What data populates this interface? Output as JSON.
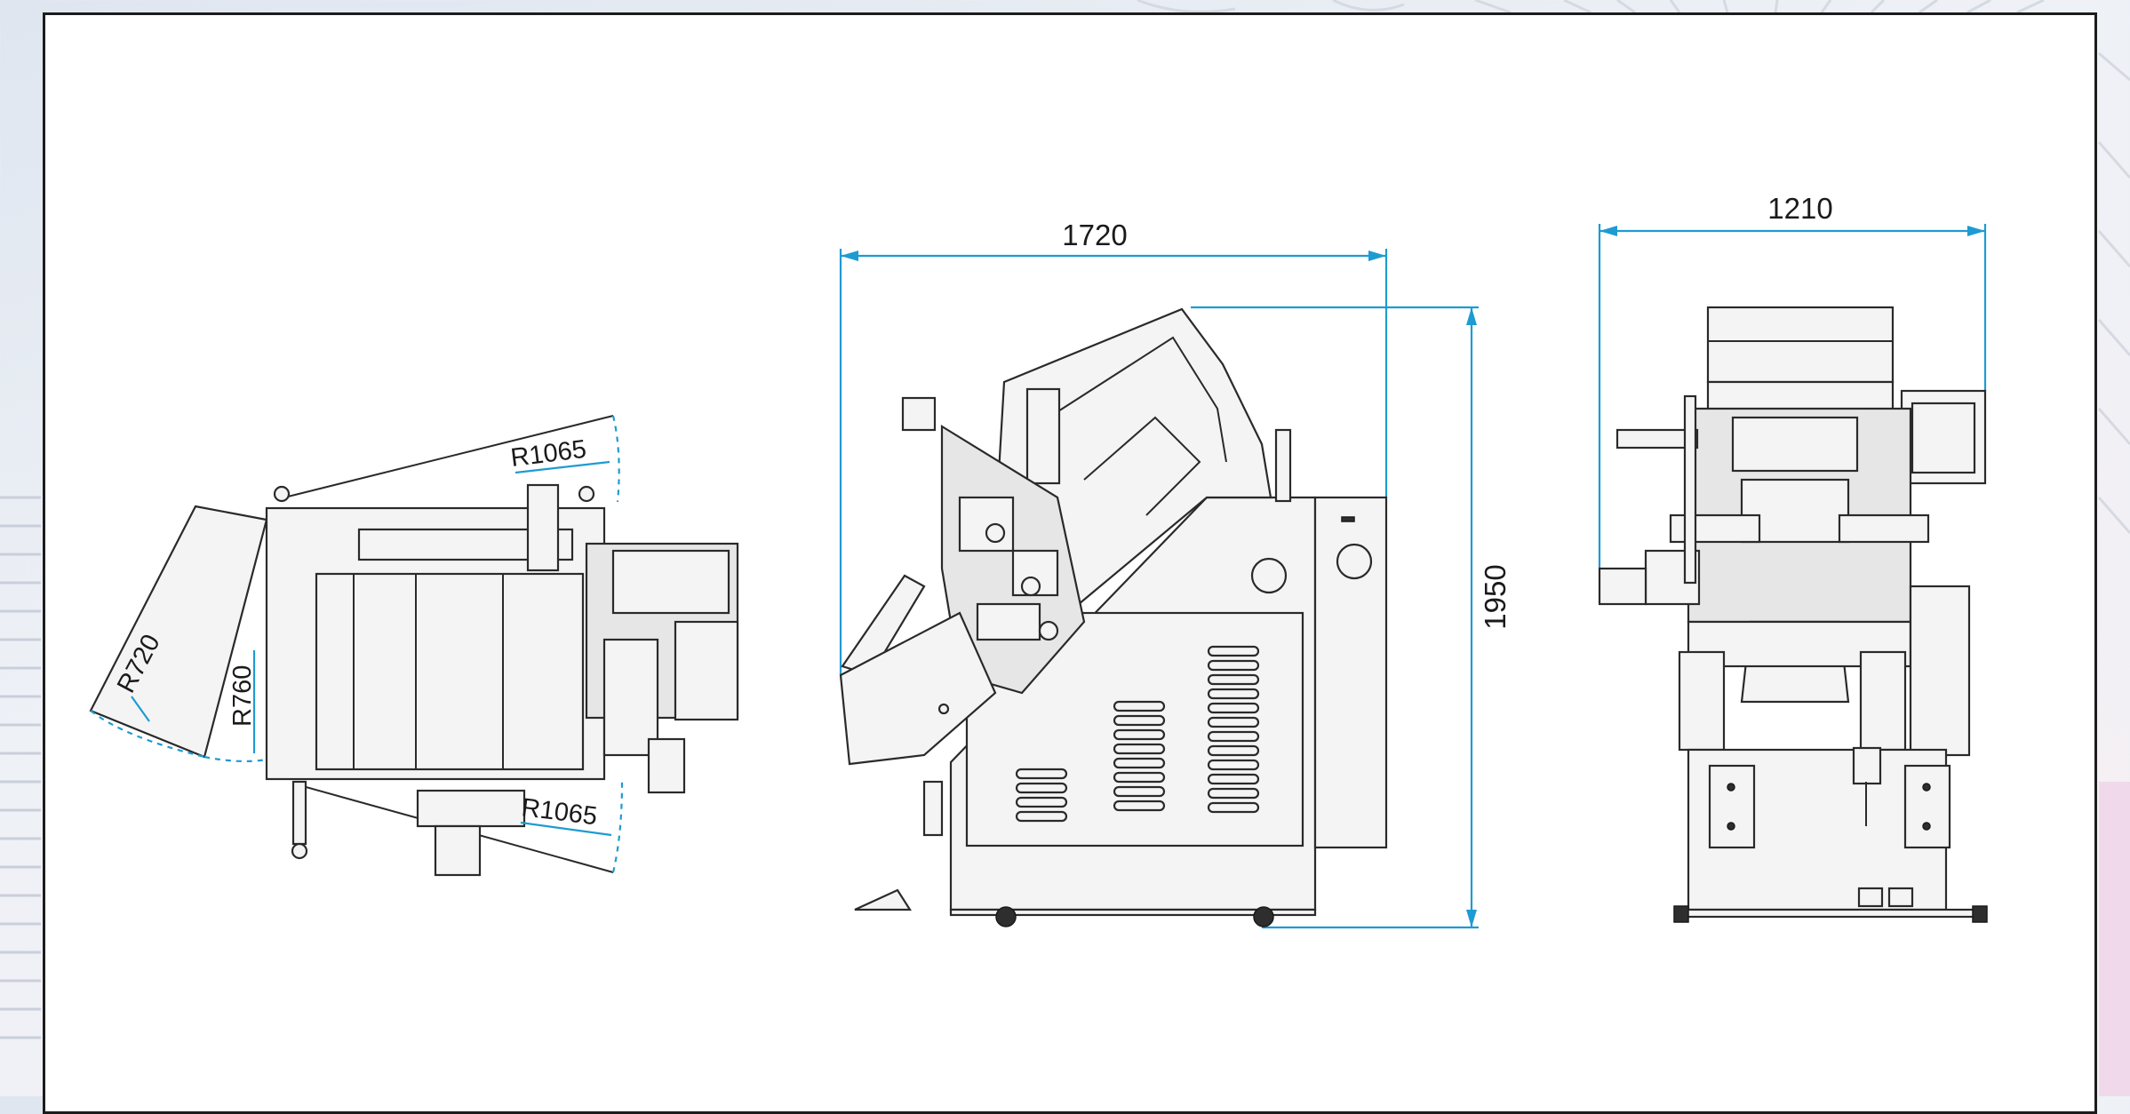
{
  "dimensions": {
    "top_view": {
      "radius_upper": "R1065",
      "radius_lower": "R1065",
      "radius_tray": "R720",
      "radius_inner": "R760"
    },
    "side_view": {
      "width": "1720",
      "height": "1950"
    },
    "front_view": {
      "width": "1210"
    }
  },
  "colors": {
    "dimension_line": "#1e9bd2",
    "outline": "#2a2a2a",
    "panel_fill": "#f4f4f4"
  }
}
